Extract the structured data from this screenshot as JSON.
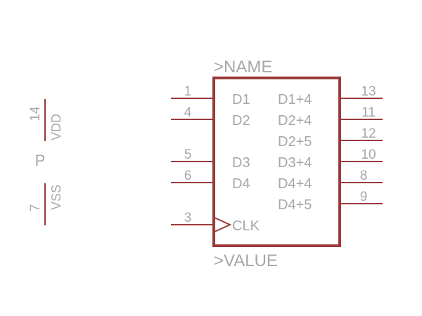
{
  "symbol": {
    "name_label": ">NAME",
    "value_label": ">VALUE",
    "colors": {
      "body": "#9a3a3a",
      "text": "#a7a7a7"
    }
  },
  "left_pins": [
    {
      "number": "1",
      "signal": "D1"
    },
    {
      "number": "4",
      "signal": "D2"
    },
    {
      "number": "5",
      "signal": "D3"
    },
    {
      "number": "6",
      "signal": "D4"
    },
    {
      "number": "3",
      "signal": "CLK"
    }
  ],
  "right_pins": [
    {
      "number": "13",
      "signal": "D1+4"
    },
    {
      "number": "11",
      "signal": "D2+4"
    },
    {
      "number": "12",
      "signal": "D2+5"
    },
    {
      "number": "10",
      "signal": "D3+4"
    },
    {
      "number": "8",
      "signal": "D4+4"
    },
    {
      "number": "9",
      "signal": "D4+5"
    }
  ],
  "power_part": {
    "label": "P",
    "vdd": {
      "number": "14",
      "name": "VDD"
    },
    "vss": {
      "number": "7",
      "name": "VSS"
    }
  }
}
